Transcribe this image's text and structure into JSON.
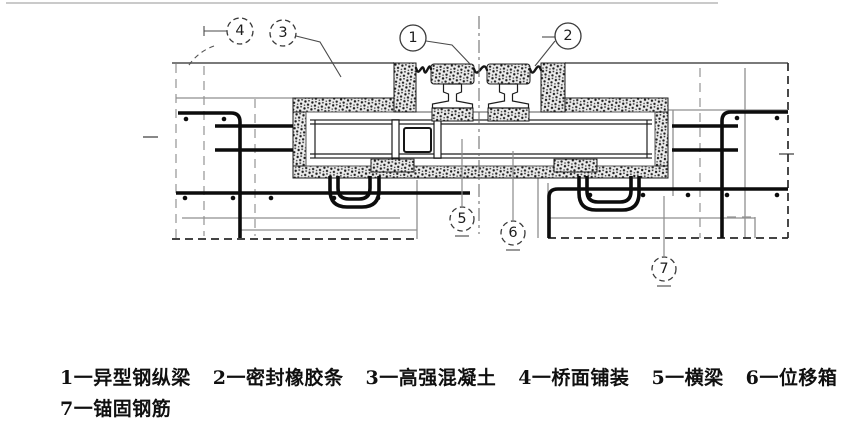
{
  "figure": {
    "callout_numbers": [
      "1",
      "2",
      "3",
      "4",
      "5",
      "6",
      "7"
    ],
    "legend_row1": [
      "1一异型钢纵梁",
      "2一密封橡胶条",
      "3一高强混凝土",
      "4一桥面铺装",
      "5一横梁",
      "6一位移箱"
    ],
    "legend_row2": [
      "7一锚固钢筋"
    ]
  }
}
